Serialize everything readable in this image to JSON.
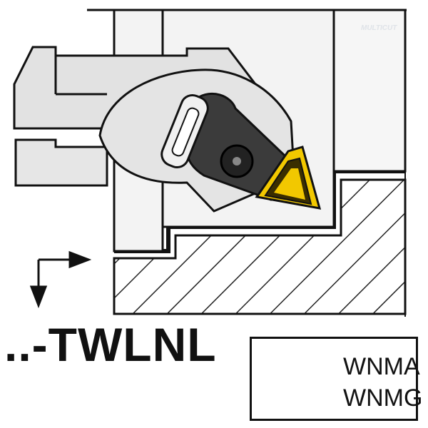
{
  "toolholder_code": "..-TWLNL",
  "insert_types": [
    "WNMA",
    "WNMG"
  ],
  "watermark": "MULTICUT",
  "colors": {
    "outline": "#111111",
    "body_fill": "#e8e8e8",
    "insert_yellow": "#f2c800",
    "insert_dark": "#2b2b2b",
    "hatch": "#222222"
  },
  "icons": [
    "feed-direction-arrows-icon",
    "wnm-insert-icon",
    "clamp-screw-icon"
  ]
}
